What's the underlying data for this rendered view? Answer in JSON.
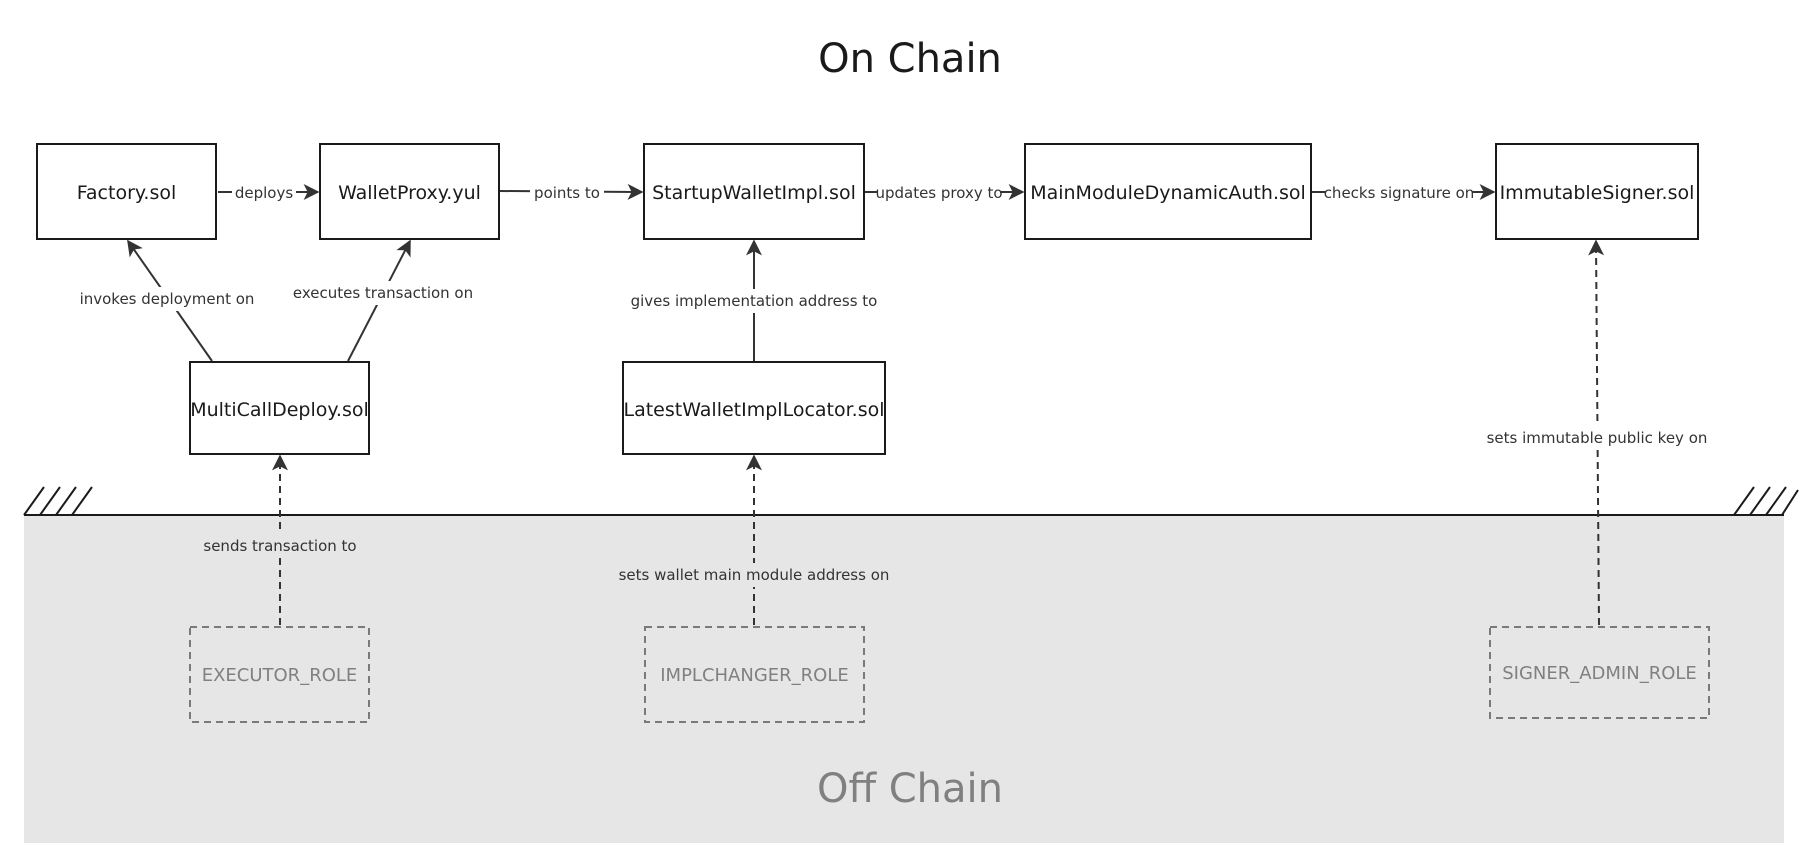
{
  "titles": {
    "on_chain": "On Chain",
    "off_chain": "Off Chain"
  },
  "nodes": {
    "factory": "Factory.sol",
    "wallet_proxy": "WalletProxy.yul",
    "startup_wallet_impl": "StartupWalletImpl.sol",
    "main_module": "MainModuleDynamicAuth.sol",
    "immutable_signer": "ImmutableSigner.sol",
    "multicall_deploy": "MultiCallDeploy.sol",
    "latest_wallet_impl_locator": "LatestWalletImplLocator.sol"
  },
  "roles": {
    "executor": "EXECUTOR_ROLE",
    "implchanger": "IMPLCHANGER_ROLE",
    "signer_admin": "SIGNER_ADMIN_ROLE"
  },
  "edges": {
    "deploys": "deploys",
    "points_to": "points to",
    "updates_proxy_to": "updates proxy to",
    "checks_signature_on": "checks signature on",
    "invokes_deployment_on": "invokes deployment on",
    "executes_transaction_on": "executes transaction on",
    "gives_implementation_address_to": "gives implementation address to",
    "sets_immutable_public_key_on": "sets immutable public key on",
    "sends_transaction_to": "sends transaction to",
    "sets_wallet_main_module_address_on": "sets wallet main module address on"
  },
  "colors": {
    "off_chain_background": "#e6e6e6",
    "box_stroke": "#1a1a1a",
    "role_text": "#808080",
    "edge": "#333333"
  }
}
